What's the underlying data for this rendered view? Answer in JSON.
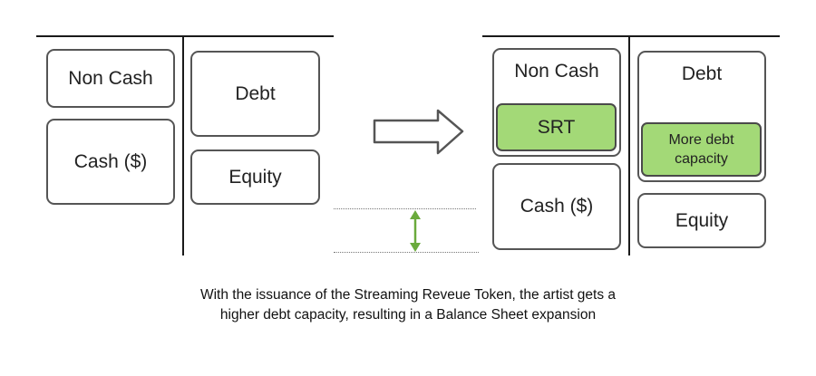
{
  "before": {
    "assets": {
      "non_cash": "Non Cash",
      "cash": "Cash ($)"
    },
    "liabilities": {
      "debt": "Debt",
      "equity": "Equity"
    }
  },
  "after": {
    "assets": {
      "non_cash": "Non Cash",
      "srt": "SRT",
      "cash": "Cash ($)"
    },
    "liabilities": {
      "debt": "Debt",
      "more_debt_capacity": "More debt capacity",
      "equity": "Equity"
    }
  },
  "caption": {
    "line1": "With the issuance of the Streaming Reveue Token, the artist gets a",
    "line2": "higher debt capacity, resulting in a Balance Sheet expansion"
  },
  "colors": {
    "highlight_fill": "#a3d977",
    "expansion_arrow": "#6aaa3c"
  },
  "icons": {
    "transition": "right-arrow-icon",
    "expansion": "double-vertical-arrow-icon"
  }
}
